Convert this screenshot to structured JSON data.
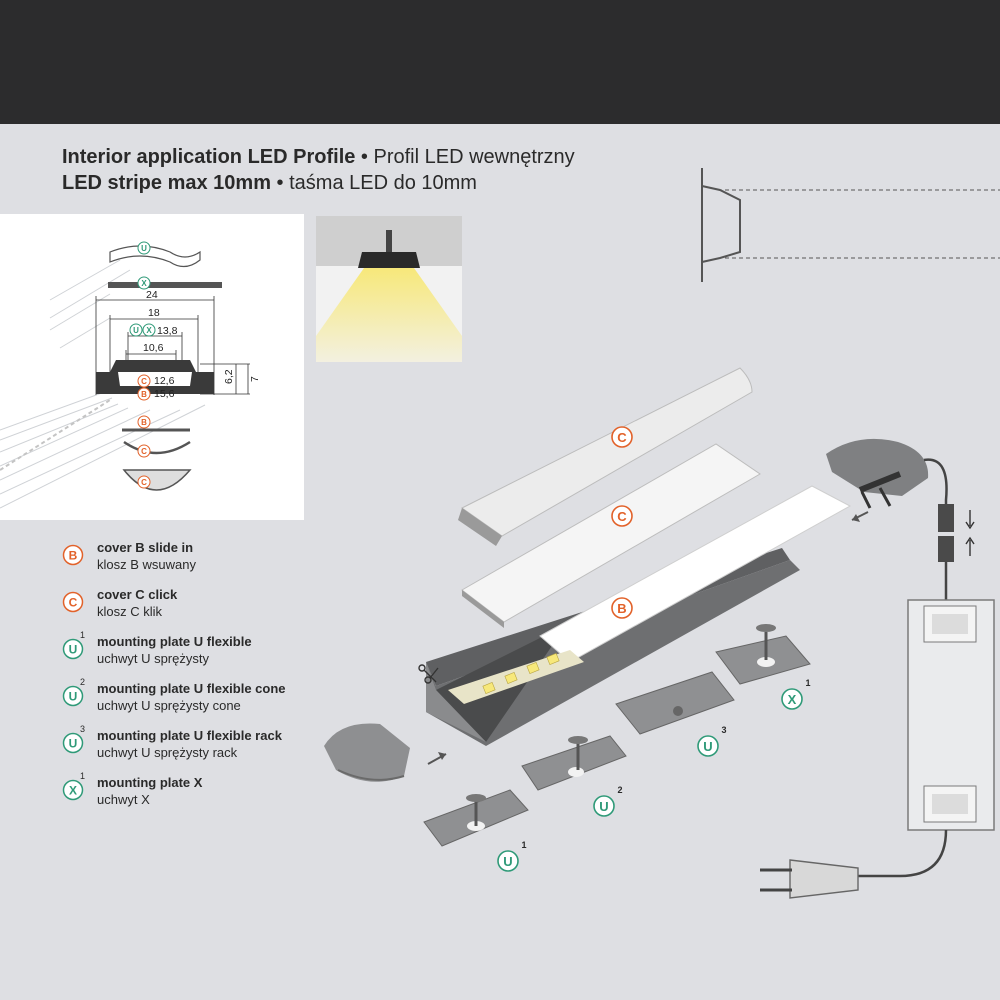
{
  "header": {
    "line1_bold": "Interior application LED Profile",
    "line1_sep": " • ",
    "line1_regular": "Profil LED wewnętrzny",
    "line2_bold": "LED stripe max 10mm",
    "line2_sep": " • ",
    "line2_regular": "taśma LED do 10mm"
  },
  "cross_section": {
    "dimensions": [
      "24",
      "18",
      "13,8",
      "10,6",
      "12,6",
      "15,6",
      "6,2",
      "7"
    ],
    "badges": [
      "U",
      "X",
      "U",
      "X",
      "C",
      "B",
      "B",
      "C",
      "C"
    ]
  },
  "legend": [
    {
      "symbol": "B",
      "sup": "",
      "color": "#e2622a",
      "en": "cover B slide in",
      "pl": "klosz B wsuwany"
    },
    {
      "symbol": "C",
      "sup": "",
      "color": "#e2622a",
      "en": "cover C click",
      "pl": "klosz C klik"
    },
    {
      "symbol": "U",
      "sup": "1",
      "color": "#2f9a78",
      "en": "mounting plate U flexible",
      "pl": "uchwyt U sprężysty"
    },
    {
      "symbol": "U",
      "sup": "2",
      "color": "#2f9a78",
      "en": "mounting plate U flexible cone",
      "pl": "uchwyt U sprężysty cone"
    },
    {
      "symbol": "U",
      "sup": "3",
      "color": "#2f9a78",
      "en": "mounting plate U flexible rack",
      "pl": "uchwyt U sprężysty rack"
    },
    {
      "symbol": "X",
      "sup": "1",
      "color": "#2f9a78",
      "en": "mounting plate X",
      "pl": "uchwyt X"
    }
  ],
  "exploded_view": {
    "cover_labels": [
      "C",
      "C",
      "B"
    ],
    "bracket_labels": [
      {
        "symbol": "U",
        "sup": "1"
      },
      {
        "symbol": "U",
        "sup": "2"
      },
      {
        "symbol": "U",
        "sup": "3"
      },
      {
        "symbol": "X",
        "sup": "1"
      }
    ]
  },
  "colors": {
    "cover_orange": "#e2622a",
    "bracket_green": "#2f9a78",
    "background": "#dedfe3",
    "topbar": "#2c2c2d",
    "led_yellow": "#f7e87a"
  }
}
